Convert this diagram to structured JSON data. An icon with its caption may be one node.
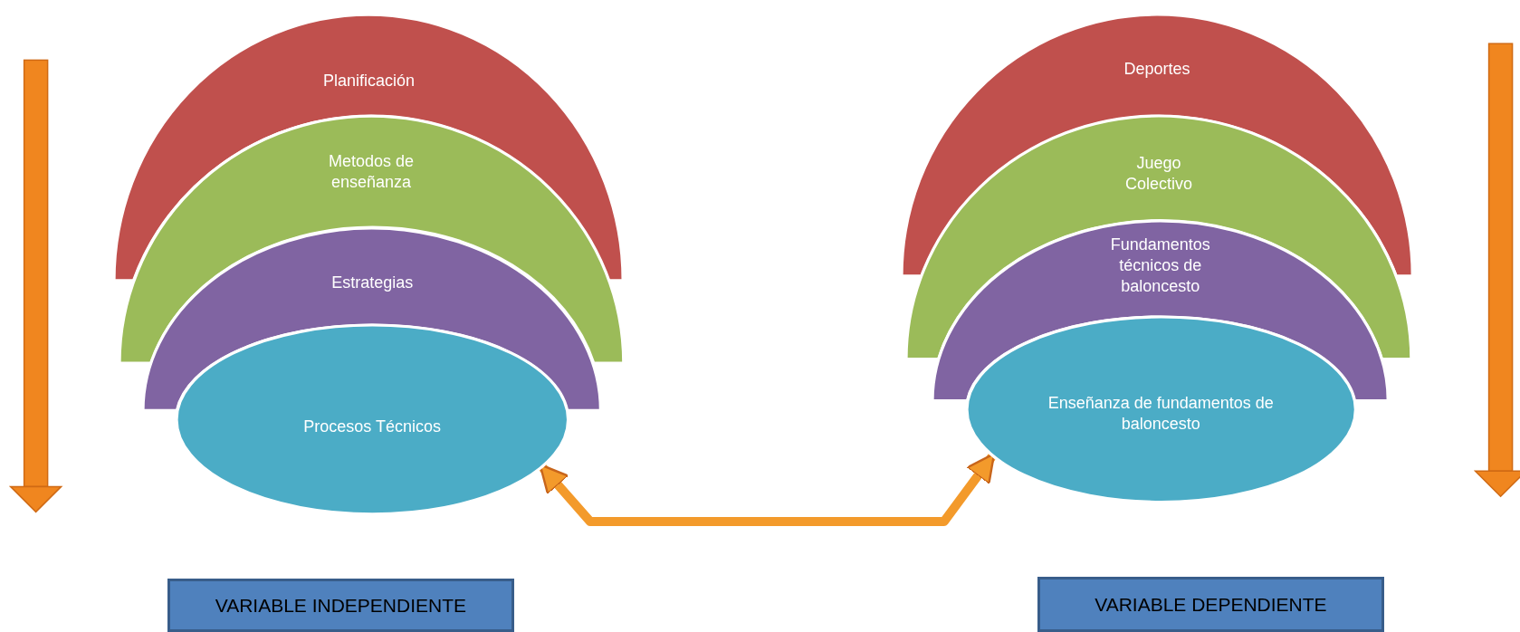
{
  "diagram": {
    "nodes": [
      {
        "text": [
          "Planificación"
        ]
      },
      {
        "text": [
          "Metodos de enseñanza"
        ]
      },
      {
        "text": [
          "Estrategias"
        ]
      },
      {
        "text": [
          "Procesos Técnicos"
        ]
      },
      {
        "text": [
          "Deportes"
        ]
      },
      {
        "text": [
          "Juego Colectivo"
        ]
      },
      {
        "text": [
          "Fundamentos técnicos de baloncesto"
        ]
      },
      {
        "text": [
          "Enseñanza de fundamentos de baloncesto"
        ]
      },
      {
        "text": [
          "VARIABLE INDEPENDIENTE"
        ]
      },
      {
        "text": [
          "VARIABLE DEPENDIENTE"
        ]
      }
    ],
    "edges": [
      {
        "from": 3,
        "to": 7,
        "arrow": "both"
      }
    ]
  }
}
